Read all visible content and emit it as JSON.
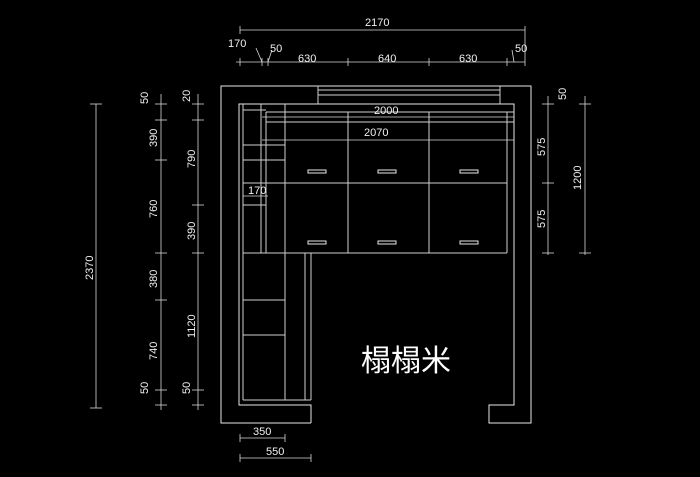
{
  "colors": {
    "background": "#000000",
    "lines": "#e8e8e8"
  },
  "room_label": "榻榻米",
  "dimensions": {
    "top_overall": "2170",
    "top_segments": [
      "170",
      "50",
      "630",
      "640",
      "630",
      "50"
    ],
    "inner_width_2000": "2000",
    "inner_width_2070": "2070",
    "step_width_170": "170",
    "left_outer_height": "2370",
    "left_stack_a": [
      "50",
      "390",
      "760",
      "380",
      "740",
      "50"
    ],
    "left_stack_b": [
      "20",
      "790",
      "390",
      "1120",
      "50"
    ],
    "right_stack": [
      "50",
      "575",
      "575"
    ],
    "right_total": "1200",
    "bottom_350": "350",
    "bottom_550": "550"
  }
}
